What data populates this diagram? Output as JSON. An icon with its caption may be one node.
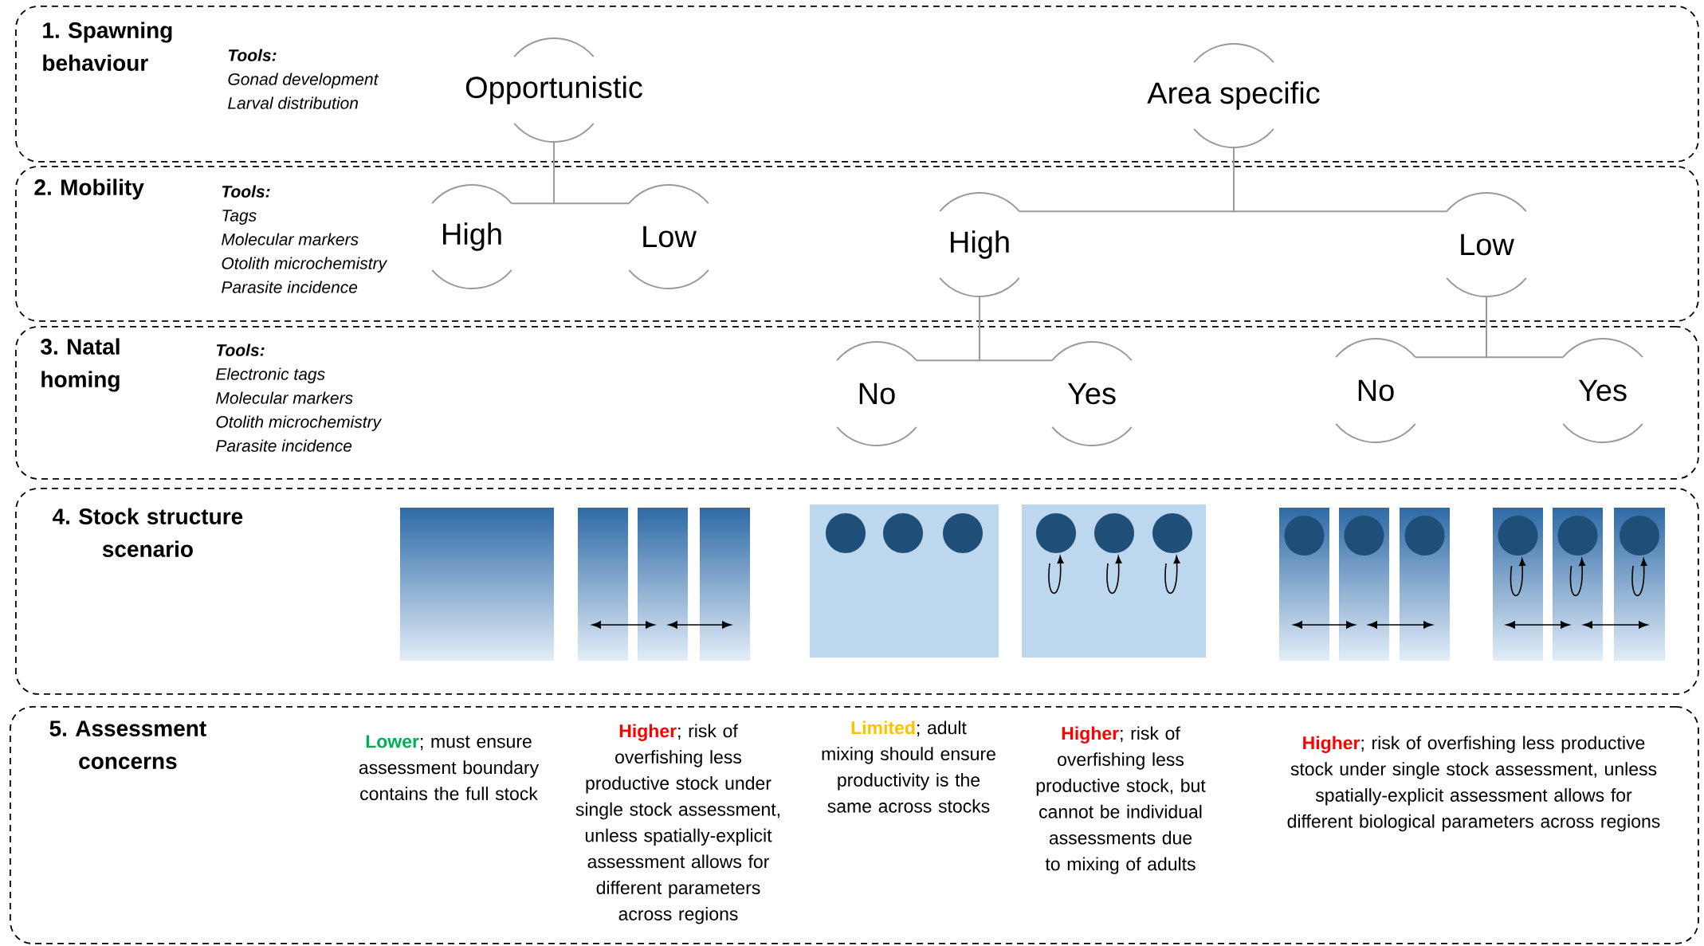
{
  "diagram": {
    "nodes": [
      {
        "text": [
          "1. Spawning behaviour",
          "Tools:",
          "Gonad development",
          "Larval distribution"
        ]
      },
      {
        "text": [
          "2. Mobility",
          "Tools:",
          "Tags",
          "Molecular markers",
          "Otolith microchemistry",
          "Parasite incidence"
        ]
      },
      {
        "text": [
          "3. Natal homing",
          "Tools:",
          "Electronic tags",
          "Molecular markers",
          "Otolith microchemistry",
          "Parasite incidence"
        ]
      },
      {
        "text": [
          "4. Stock structure scenario"
        ]
      },
      {
        "text": [
          "5. Assessment concerns",
          "**Lower**; must ensure assessment boundary contains the full stock",
          "**Higher**; risk of overfishing less productive stock under single stock assessment, unless spatially-explicit assessment allows for different parameters across regions",
          "**Limited**; adult mixing should ensure productivity is the same across stocks",
          "**Higher**; risk of overfishing less productive stock, but cannot be individual assessments due to mixing of adults",
          "**Higher**; risk of overfishing less productive stock under single stock assessment, unless spatially-explicit assessment allows for different biological parameters across regions"
        ]
      },
      {
        "text": [
          "Opportunistic"
        ],
        "in": 0
      },
      {
        "text": [
          "Area specific"
        ],
        "in": 0
      },
      {
        "text": [
          "High"
        ],
        "in": 1
      },
      {
        "text": [
          "Low"
        ],
        "in": 1
      },
      {
        "text": [
          "High"
        ],
        "in": 1
      },
      {
        "text": [
          "Low"
        ],
        "in": 1
      },
      {
        "text": [
          "No"
        ],
        "in": 2
      },
      {
        "text": [
          "Yes"
        ],
        "in": 2
      },
      {
        "text": [
          "No"
        ],
        "in": 2
      },
      {
        "text": [
          "Yes"
        ],
        "in": 2
      }
    ],
    "edges": [
      {
        "from": 5,
        "to": 7,
        "arrow": "none"
      },
      {
        "from": 5,
        "to": 8,
        "arrow": "none"
      },
      {
        "from": 6,
        "to": 9,
        "arrow": "none"
      },
      {
        "from": 6,
        "to": 10,
        "arrow": "none"
      },
      {
        "from": 9,
        "to": 11,
        "arrow": "none"
      },
      {
        "from": 9,
        "to": 12,
        "arrow": "none"
      },
      {
        "from": 10,
        "to": 13,
        "arrow": "none"
      },
      {
        "from": 10,
        "to": 14,
        "arrow": "none"
      }
    ]
  }
}
